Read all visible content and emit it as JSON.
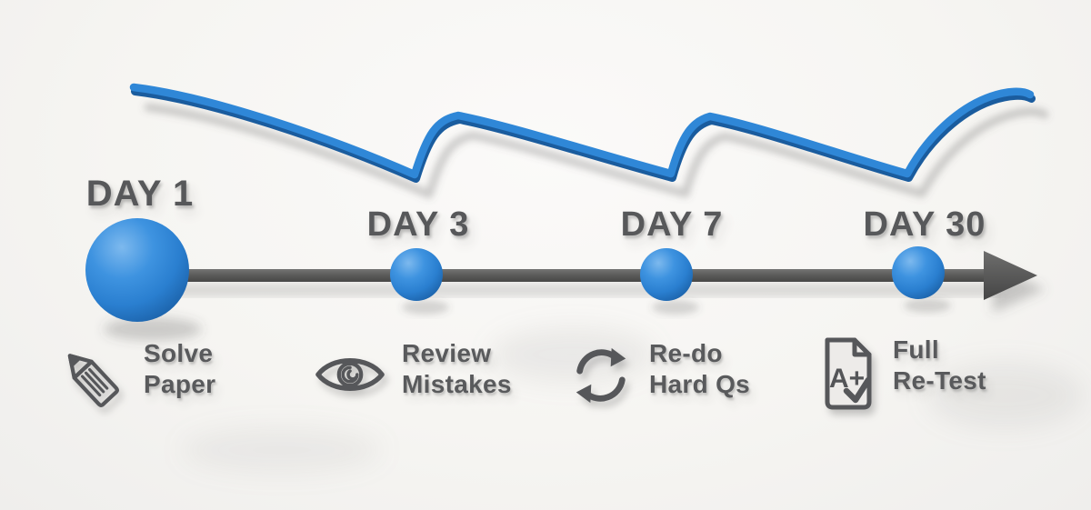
{
  "diagram": {
    "title_visible": false,
    "milestones": [
      {
        "day": "DAY 1",
        "action_line1": "Solve",
        "action_line2": "Paper",
        "icon": "pencil-icon"
      },
      {
        "day": "DAY 3",
        "action_line1": "Review",
        "action_line2": "Mistakes",
        "icon": "eye-icon"
      },
      {
        "day": "DAY 7",
        "action_line1": "Re-do",
        "action_line2": "Hard Qs",
        "icon": "redo-cycle-icon"
      },
      {
        "day": "DAY 30",
        "action_line1": "Full",
        "action_line2": "Re-Test",
        "icon": "graded-paper-icon"
      }
    ],
    "grade_badge_text": "A+",
    "colors": {
      "curve_blue": "#2f87d7",
      "curve_blue_dark": "#1a5c9e",
      "dot_blue": "#2f86d6",
      "timeline_gray": "#565758",
      "label_gray": "#57585a",
      "background": "#f6f5f3"
    }
  }
}
